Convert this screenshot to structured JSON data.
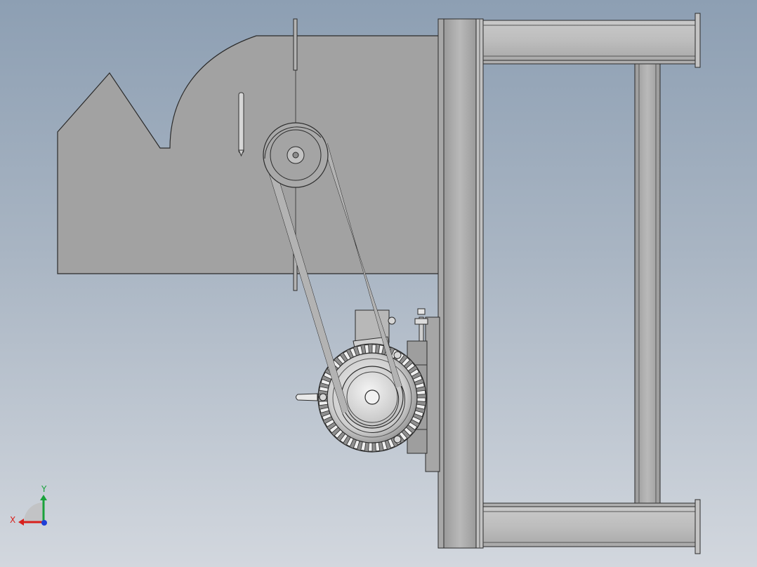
{
  "view": {
    "background_top": "#8d9fb3",
    "background_bottom": "#d2d7de",
    "part_fill": "#a2a2a2",
    "edge_color": "#2b2b2b"
  },
  "model": {
    "components": [
      "machine-housing",
      "drive-pulley",
      "v-belt",
      "electric-motor",
      "motor-pulley",
      "motor-cooling-fins",
      "steel-frame",
      "frame-crossbeam-top",
      "frame-crossbeam-bottom",
      "frame-vertical-post",
      "motor-mount-plate",
      "adjust-screw",
      "lift-handle"
    ]
  },
  "triad": {
    "x_label": "X",
    "y_label": "Y",
    "x_color": "#d8201c",
    "y_color": "#19a23b",
    "z_color": "#1f3fd6"
  }
}
